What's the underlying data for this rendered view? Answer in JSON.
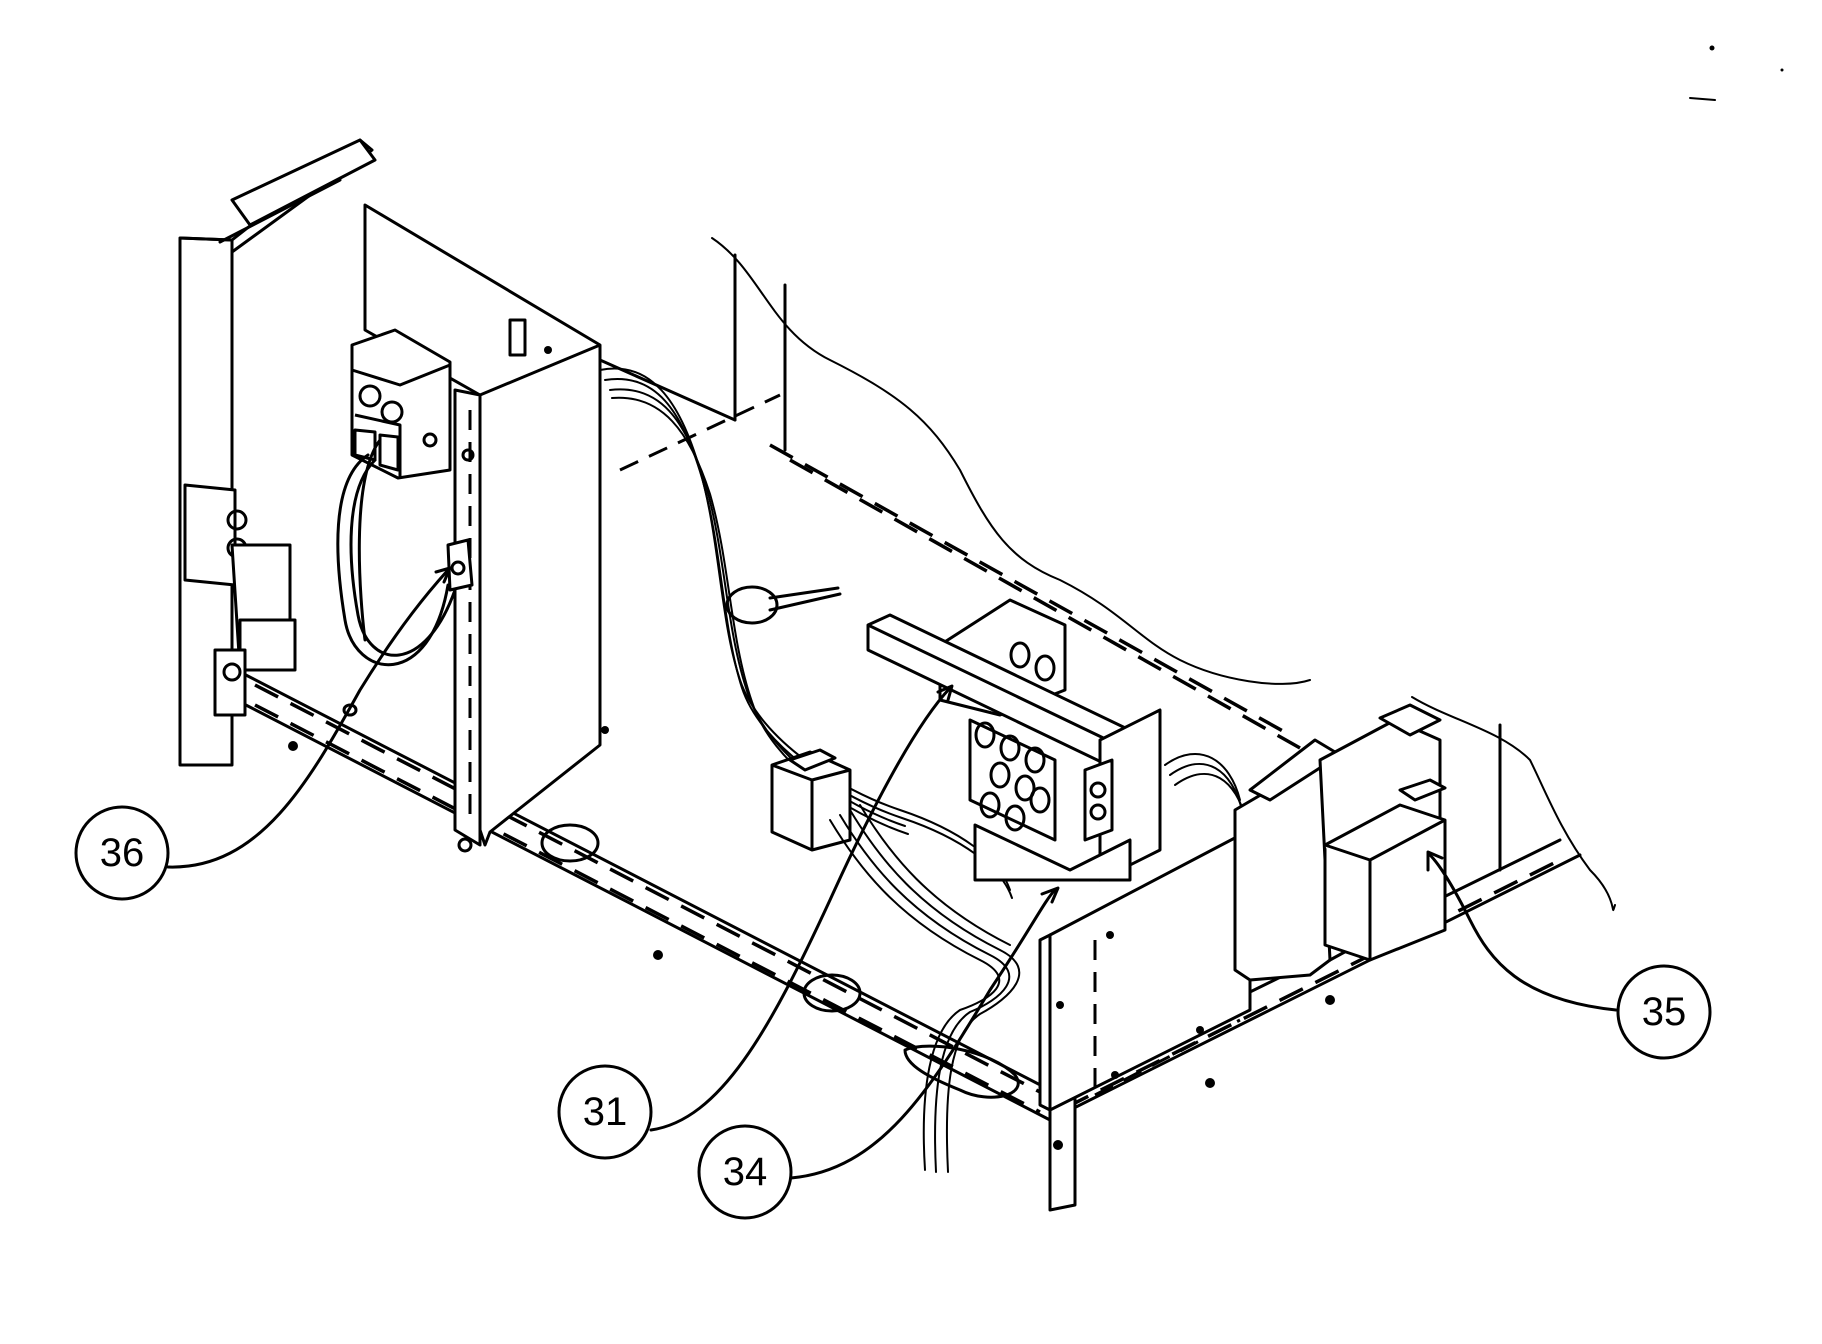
{
  "callouts": {
    "c36": "36",
    "c31": "31",
    "c34": "34",
    "c35": "35"
  },
  "colors": {
    "line": "#000000",
    "background": "#ffffff"
  }
}
